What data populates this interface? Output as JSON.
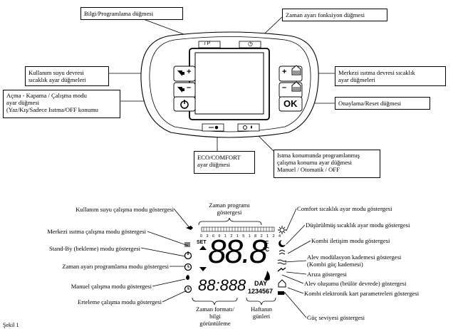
{
  "top_labels": {
    "info_button": "Bilgi/Programlama düğmesi",
    "time_button": "Zaman ayarı fonksiyon düğmesi",
    "dhw_buttons": [
      "Kullanım suyu devresi",
      "sıcaklık ayar düğmeleri"
    ],
    "onoff_button": [
      "Açma - Kapama / Çalışma modu",
      "ayar düğmesi",
      "(Yaz/Kış/Sadece Isıtma/OFF konumu"
    ],
    "ch_buttons": [
      "Merkezi ısıtma devresi sıcaklık",
      "ayar düğmeleri"
    ],
    "ok_button": "Onaylama/Reset düğmesi",
    "eco_button": [
      "ECO/COMFORT",
      "ayar düğmesi"
    ],
    "program_button": [
      "Istma konumunda programlanmış",
      "çalışma konumu ayar düğmesi",
      "Manuel / Otomatik / OFF"
    ]
  },
  "device": {
    "ok_label": "OK",
    "plus": "+",
    "minus": "–",
    "top_left_key": "i  P",
    "top_right_key": "◷"
  },
  "display": {
    "hours": [
      "0",
      "3",
      "6",
      "9",
      "12",
      "15",
      "18",
      "21",
      "24"
    ],
    "set": "SET",
    "big_digits": "88.8",
    "units": [
      "°F",
      "°C"
    ],
    "small_digits": "88:888",
    "day": "DAY",
    "days": "1234567"
  },
  "left_labels": [
    "Kullanım suyu çalışma modu göstergesi",
    "Merkezi ısıtma çalışma modu göstergesi",
    "Stand-By (bekleme) modu göstergesi",
    "Zaman ayarı programlama modu göstergesi",
    "Manuel çalışma modu göstergesi",
    "Erteleme çalışma modu göstergesi"
  ],
  "right_labels": [
    "Comfort sıcaklık ayar modu göstergesi",
    "Düşürülmüş sıcaklık ayar modu göstergesi",
    "Kombi iletişim modu göstergesi",
    "Alev modülasyon kademesi göstergesi",
    "(Kombi güç kademesi)",
    "Arıza göstergesi",
    "Alev oluşumu (brülör devrede) göstergesi",
    "Kombi elektronik kart parametreleri göstergesi",
    "Güç seviyesi göstergesi"
  ],
  "top_display_label": [
    "Zaman programı",
    "göstergesi"
  ],
  "bottom_labels": {
    "time_format": [
      "Zaman formatı/",
      "bilgi",
      "görüntüleme"
    ],
    "week_days": [
      "Haftanın",
      "günleri"
    ]
  },
  "caption": "Şekil 1"
}
